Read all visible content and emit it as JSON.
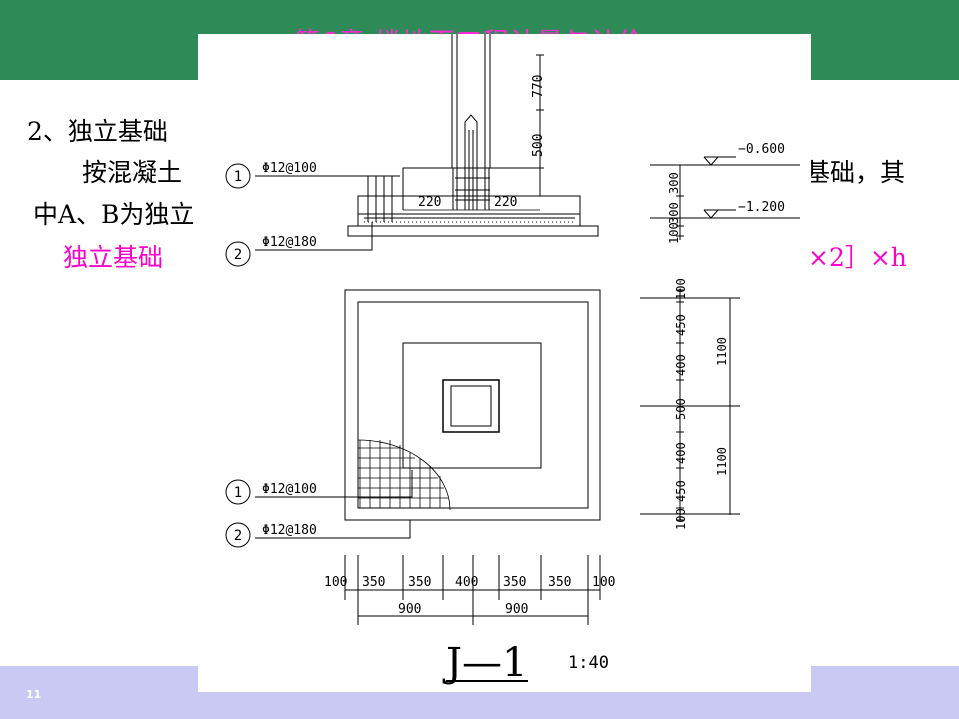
{
  "header": {
    "title": "第6章 楼地面工程计量与计价",
    "color": "#2e8b57",
    "title_color": "#ff2ad4"
  },
  "slide": {
    "line1": "2、独立基础",
    "line2_left": "按混凝土",
    "line2_right": "基础，其",
    "line3": "中A、B为独立",
    "line4_left": "独立基础",
    "line4_right": "×2］×h",
    "text_color": "#000000",
    "highlight_color": "#ff00cc"
  },
  "footer": {
    "page": "11",
    "color": "#c9c9f4"
  },
  "drawing": {
    "title": "J—1",
    "scale": "1:40",
    "section": {
      "rebar1_num": "1",
      "rebar1_label": "Φ12@100",
      "rebar2_num": "2",
      "rebar2_label": "Φ12@180",
      "dim_770": "770",
      "dim_500": "500",
      "dim_220a": "220",
      "dim_220b": "220",
      "elev1": "−0.600",
      "elev2": "−1.200",
      "dim_300a": "300",
      "dim_300b": "300",
      "dim_100": "100"
    },
    "plan": {
      "rebar1_num": "1",
      "rebar1_label": "Φ12@100",
      "rebar2_num": "2",
      "rebar2_label": "Φ12@180",
      "right_dims": [
        "100",
        "450",
        "400",
        "500",
        "400",
        "450",
        "100"
      ],
      "right_totals": [
        "1100",
        "1100"
      ],
      "bottom_dims": [
        "100",
        "350",
        "350",
        "400",
        "350",
        "350",
        "100"
      ],
      "bottom_totals": [
        "900",
        "900"
      ]
    }
  }
}
